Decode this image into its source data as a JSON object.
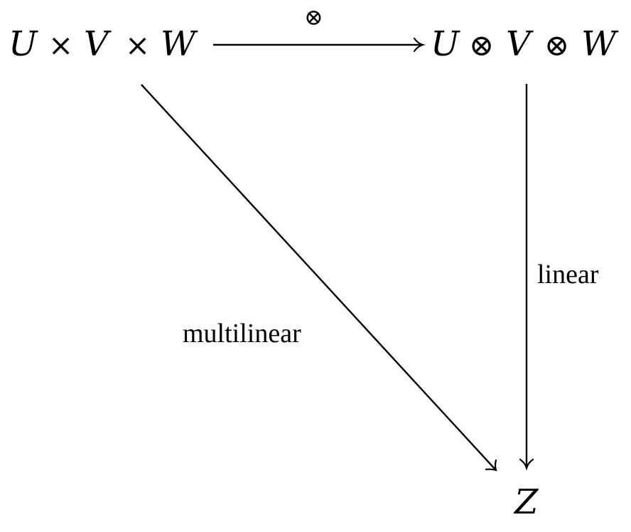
{
  "nodes": {
    "product": [
      "U",
      "×",
      "V",
      "×",
      "W"
    ],
    "tensor": [
      "U",
      "⊗",
      "V",
      "⊗",
      "W"
    ],
    "target": "Z"
  },
  "edges": {
    "top": {
      "label": "⊗"
    },
    "right": {
      "label": "linear"
    },
    "diagonal": {
      "label": "multilinear"
    }
  }
}
